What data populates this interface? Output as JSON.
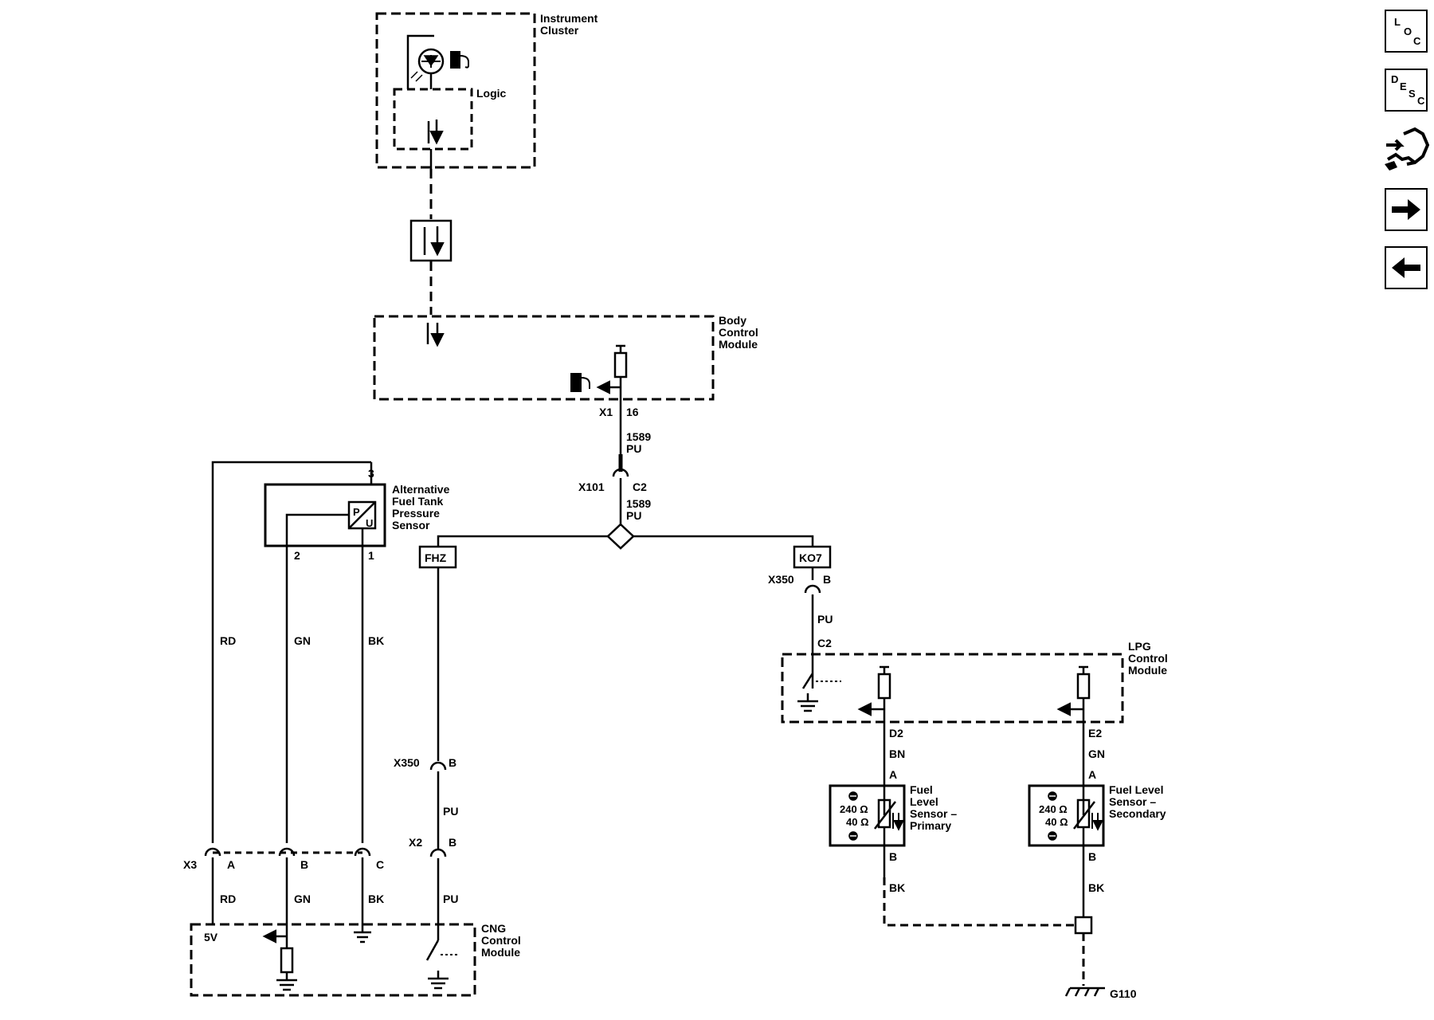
{
  "modules": {
    "instrument_cluster": [
      "Instrument",
      "Cluster"
    ],
    "logic": "Logic",
    "body_control": [
      "Body",
      "Control",
      "Module"
    ],
    "alt_fuel_sensor": [
      "Alternative",
      "Fuel Tank",
      "Pressure",
      "Sensor"
    ],
    "lpg_control": [
      "LPG",
      "Control",
      "Module"
    ],
    "cng_control": [
      "CNG",
      "Control",
      "Module"
    ],
    "fuel_primary": [
      "Fuel",
      "Level",
      "Sensor –",
      "Primary"
    ],
    "fuel_secondary": [
      "Fuel Level",
      "Sensor –",
      "Secondary"
    ]
  },
  "connectors": {
    "x1": "X1",
    "x1_pin": "16",
    "x101": "X101",
    "x101_pin": "C2",
    "x350_left": "X350",
    "x350_left_pin": "B",
    "x350_right": "X350",
    "x350_right_pin": "B",
    "x2": "X2",
    "x2_pin": "B",
    "x3": "X3",
    "x3_pin_a": "A",
    "x3_pin_b": "B",
    "x3_pin_c": "C",
    "lpg_c2": "C2",
    "lpg_d2": "D2",
    "lpg_e2": "E2",
    "sensor_pin_3": "3",
    "sensor_pin_2": "2",
    "sensor_pin_1": "1",
    "primary_pin_a": "A",
    "primary_pin_b": "B",
    "secondary_pin_a": "A",
    "secondary_pin_b": "B"
  },
  "wires": {
    "circuit_1": "1589",
    "circuit_1_color": "PU",
    "circuit_2": "1589",
    "circuit_2_color": "PU",
    "pu_right": "PU",
    "pu_left_1": "PU",
    "pu_left_2": "PU",
    "rd_upper": "RD",
    "gn_upper": "GN",
    "bk_upper": "BK",
    "rd_lower": "RD",
    "gn_lower": "GN",
    "bk_lower": "BK",
    "bn": "BN",
    "gn_right": "GN",
    "bk_primary": "BK",
    "bk_secondary": "BK"
  },
  "boxes": {
    "fhz": "FHZ",
    "ko7": "KO7"
  },
  "sensor_letters": {
    "p": "P",
    "u": "U"
  },
  "resistances": {
    "primary_high": "240 Ω",
    "primary_low": "40 Ω",
    "secondary_high": "240 Ω",
    "secondary_low": "40 Ω"
  },
  "voltage": "5V",
  "ground": "G110",
  "nav": {
    "loc": {
      "l1": "L",
      "l2": "O",
      "l3": "C"
    },
    "desc": {
      "l1": "D",
      "l2": "E",
      "l3": "S",
      "l4": "C"
    },
    "icons": [
      "handshake-icon",
      "arrow-right-icon",
      "arrow-left-icon"
    ]
  }
}
